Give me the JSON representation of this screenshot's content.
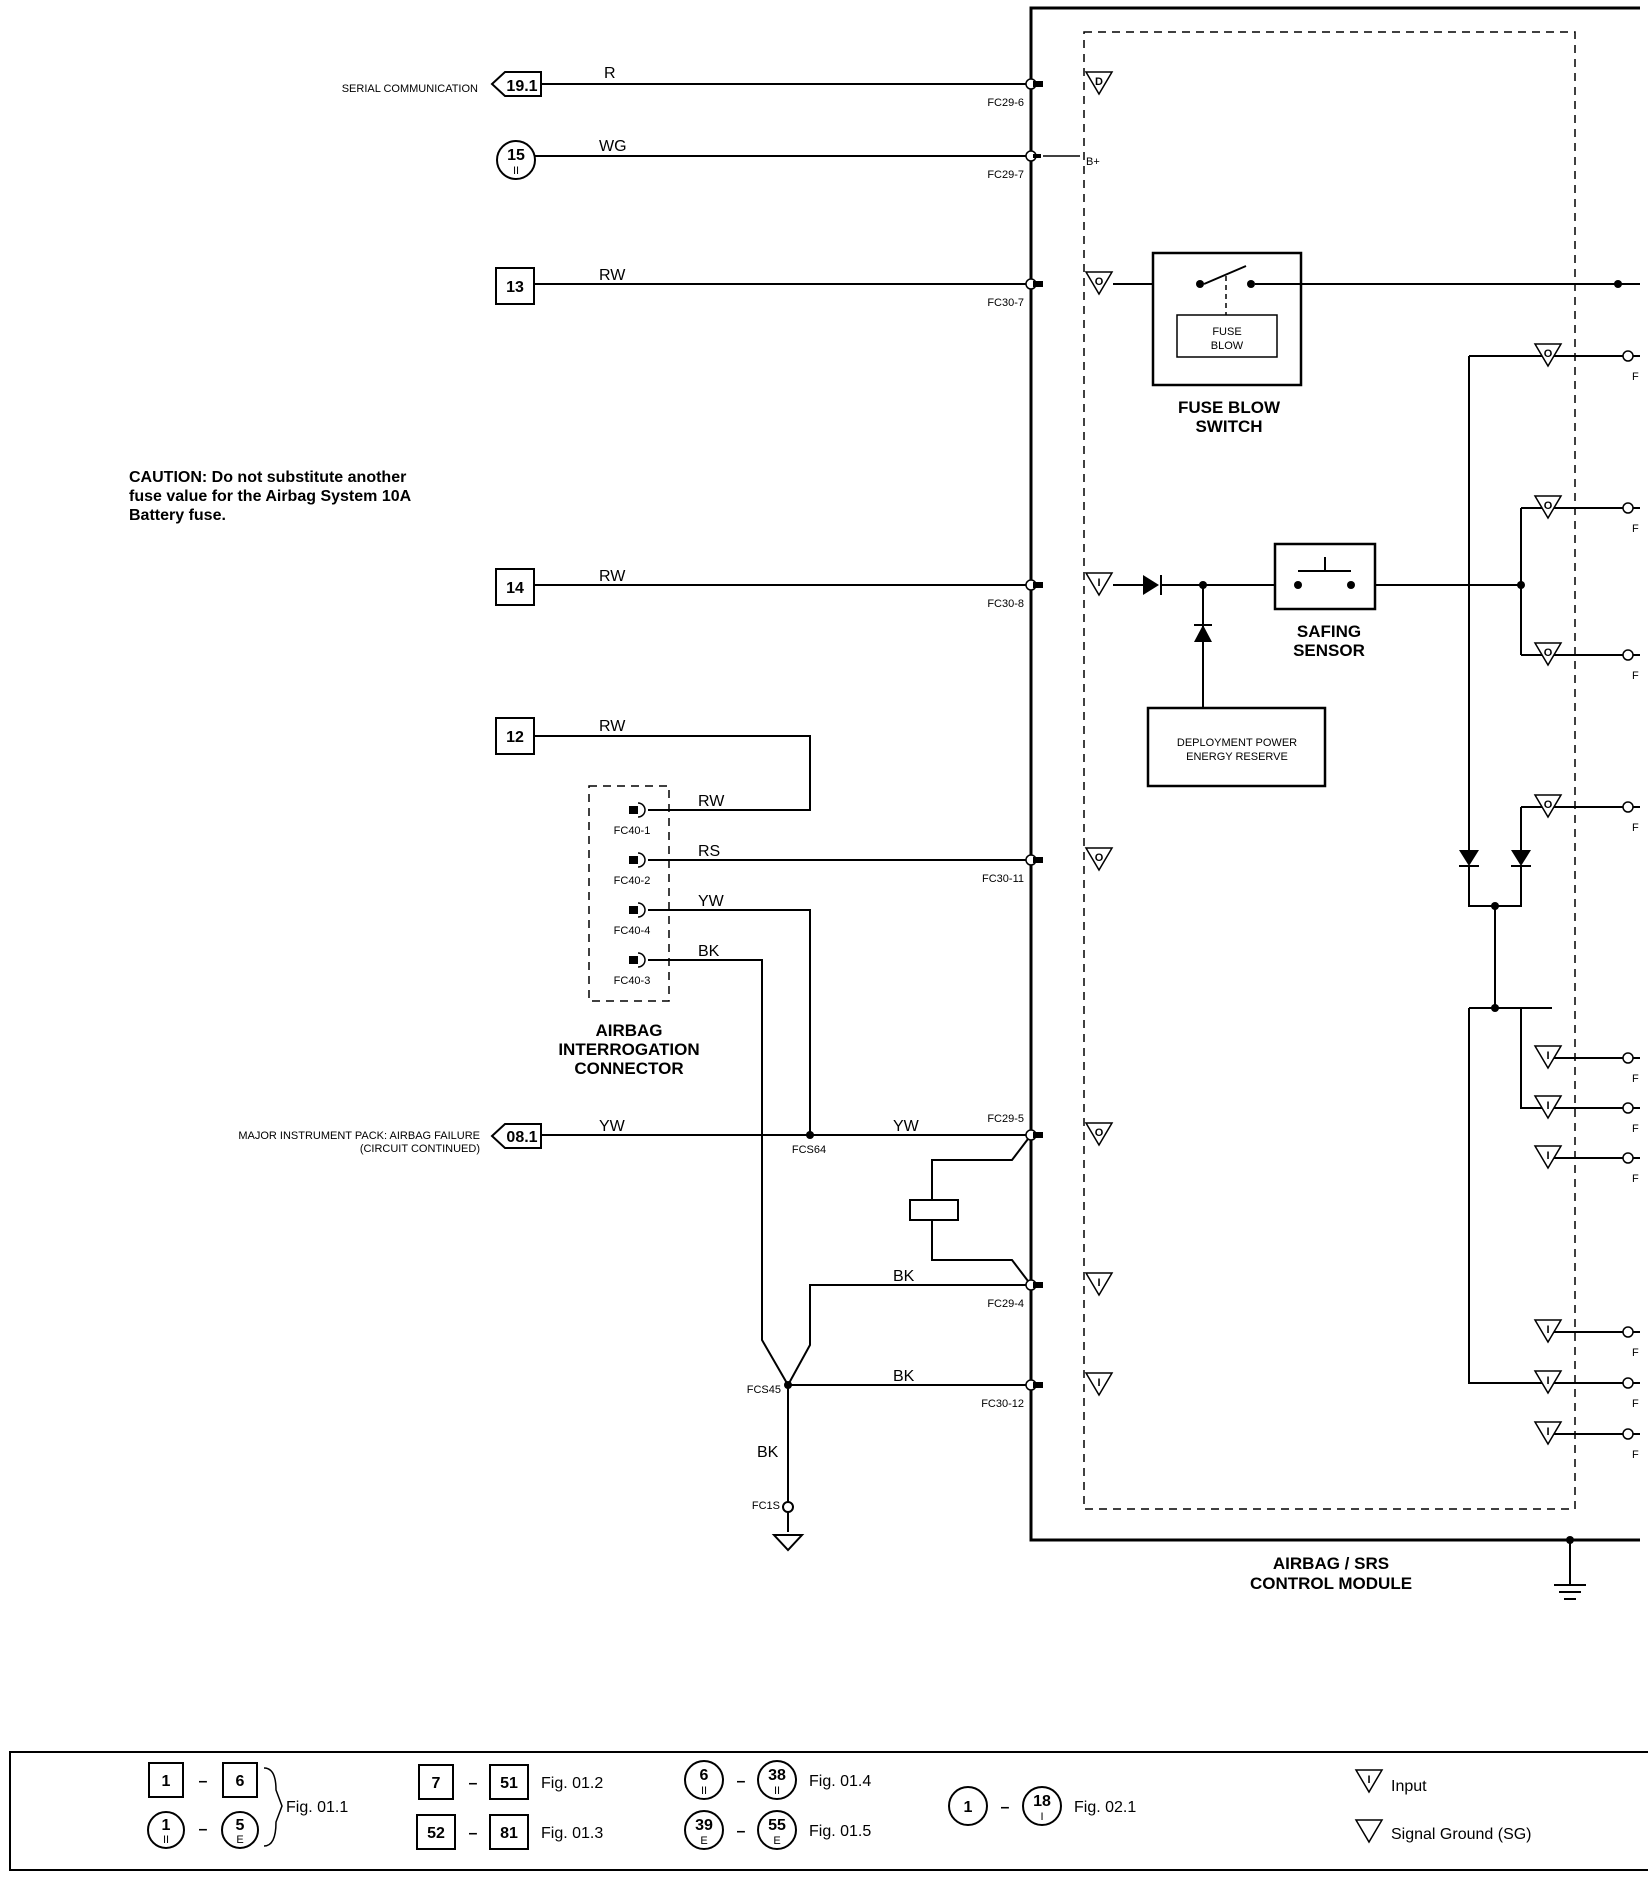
{
  "inputs": {
    "serial": {
      "label": "SERIAL COMMUNICATION",
      "ref": "19.1",
      "wire": "R",
      "pin": "FC29-6",
      "symbol": "D"
    },
    "battery": {
      "ref": "15",
      "sub": "II",
      "wire": "WG",
      "pin": "FC29-7",
      "symbol": "B+"
    },
    "ign13": {
      "ref": "13",
      "wire": "RW",
      "pin": "FC30-7",
      "symbol": "O"
    },
    "ign14": {
      "ref": "14",
      "wire": "RW",
      "pin": "FC30-8",
      "symbol": "I"
    },
    "ign12": {
      "ref": "12",
      "wire": "RW"
    },
    "failure": {
      "label_line1": "MAJOR INSTRUMENT PACK: AIRBAG FAILURE",
      "label_line2": "(CIRCUIT CONTINUED)",
      "ref": "08.1",
      "wire": "YW",
      "wire2": "YW",
      "pin": "FC29-5",
      "splice": "FCS64",
      "symbol": "O"
    }
  },
  "caution": {
    "line1": "CAUTION:  Do not substitute another",
    "line2": "fuse value for the Airbag System 10A",
    "line3": "Battery fuse."
  },
  "connector": {
    "name_line1": "AIRBAG",
    "name_line2": "INTERROGATION",
    "name_line3": "CONNECTOR",
    "pins": [
      {
        "pin": "FC40-1",
        "wire": "RW"
      },
      {
        "pin": "FC40-2",
        "wire": "RS"
      },
      {
        "pin": "FC40-4",
        "wire": "YW"
      },
      {
        "pin": "FC40-3",
        "wire": "BK"
      }
    ],
    "rs_pin": "FC30-11",
    "rs_symbol": "O"
  },
  "grounds": {
    "bk1": {
      "wire": "BK",
      "pin": "FC29-4",
      "symbol": "I"
    },
    "bk2": {
      "wire": "BK",
      "pin": "FC30-12",
      "symbol": "I"
    },
    "splice": "FCS45",
    "bk3": "BK",
    "ground_point": "FC1S"
  },
  "module": {
    "fuse_blow_inner_line1": "FUSE",
    "fuse_blow_inner_line2": "BLOW",
    "fuse_blow_line1": "FUSE BLOW",
    "fuse_blow_line2": "SWITCH",
    "safing_line1": "SAFING",
    "safing_line2": "SENSOR",
    "reserve_line1": "DEPLOYMENT POWER",
    "reserve_line2": "ENERGY RESERVE",
    "name_line1": "AIRBAG / SRS",
    "name_line2": "CONTROL MODULE",
    "right_symbols": [
      "O",
      "O",
      "O",
      "O",
      "I",
      "I",
      "I",
      "I",
      "I",
      "I"
    ],
    "right_pin_prefix": [
      "F",
      "F",
      "F",
      "F",
      "F",
      "F",
      "F",
      "F",
      "F",
      "F"
    ]
  },
  "legend": {
    "g1": {
      "a": "1",
      "b": "6",
      "c": "1",
      "c_sub": "II",
      "d": "5",
      "d_sub": "E",
      "fig": "Fig. 01.1"
    },
    "g2": {
      "a": "7",
      "b": "51",
      "fig": "Fig. 01.2"
    },
    "g3": {
      "a": "52",
      "b": "81",
      "fig": "Fig. 01.3"
    },
    "g4": {
      "a": "6",
      "a_sub": "II",
      "b": "38",
      "b_sub": "II",
      "fig": "Fig. 01.4"
    },
    "g5": {
      "a": "39",
      "a_sub": "E",
      "b": "55",
      "b_sub": "E",
      "fig": "Fig. 01.5"
    },
    "g6": {
      "a": "1",
      "b": "18",
      "b_sub": "I",
      "fig": "Fig. 02.1"
    },
    "input_symbol": "I",
    "input_label": "Input",
    "sg_label": "Signal Ground (SG)",
    "dash": "–"
  }
}
